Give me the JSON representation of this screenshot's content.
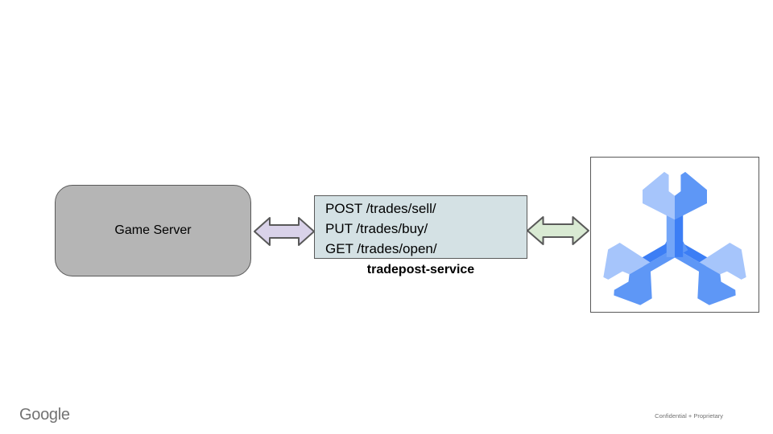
{
  "slide": {
    "background": "#ffffff",
    "diagram": {
      "game_server": {
        "label": "Game Server",
        "fill": "#b5b5b5",
        "border": "#595959"
      },
      "arrow_left": {
        "direction": "bidirectional",
        "fill": "#d9d2e9",
        "stroke": "#595959"
      },
      "service": {
        "endpoints": [
          "POST /trades/sell/",
          "PUT /trades/buy/",
          "GET /trades/open/"
        ],
        "label": "tradepost-service",
        "fill": "#d4e1e4",
        "border": "#595959"
      },
      "arrow_right": {
        "direction": "bidirectional",
        "fill": "#d9ead3",
        "stroke": "#595959"
      },
      "spanner": {
        "icon": "cloud-spanner-logo",
        "card_border": "#595959",
        "colors": {
          "light": "#a6c5fb",
          "medium": "#5e97f6",
          "midlight": "#74a6f8",
          "dark": "#3c7ef5"
        }
      }
    },
    "footer": {
      "brand": "Google",
      "confidentiality": "Confidential + Proprietary"
    }
  }
}
